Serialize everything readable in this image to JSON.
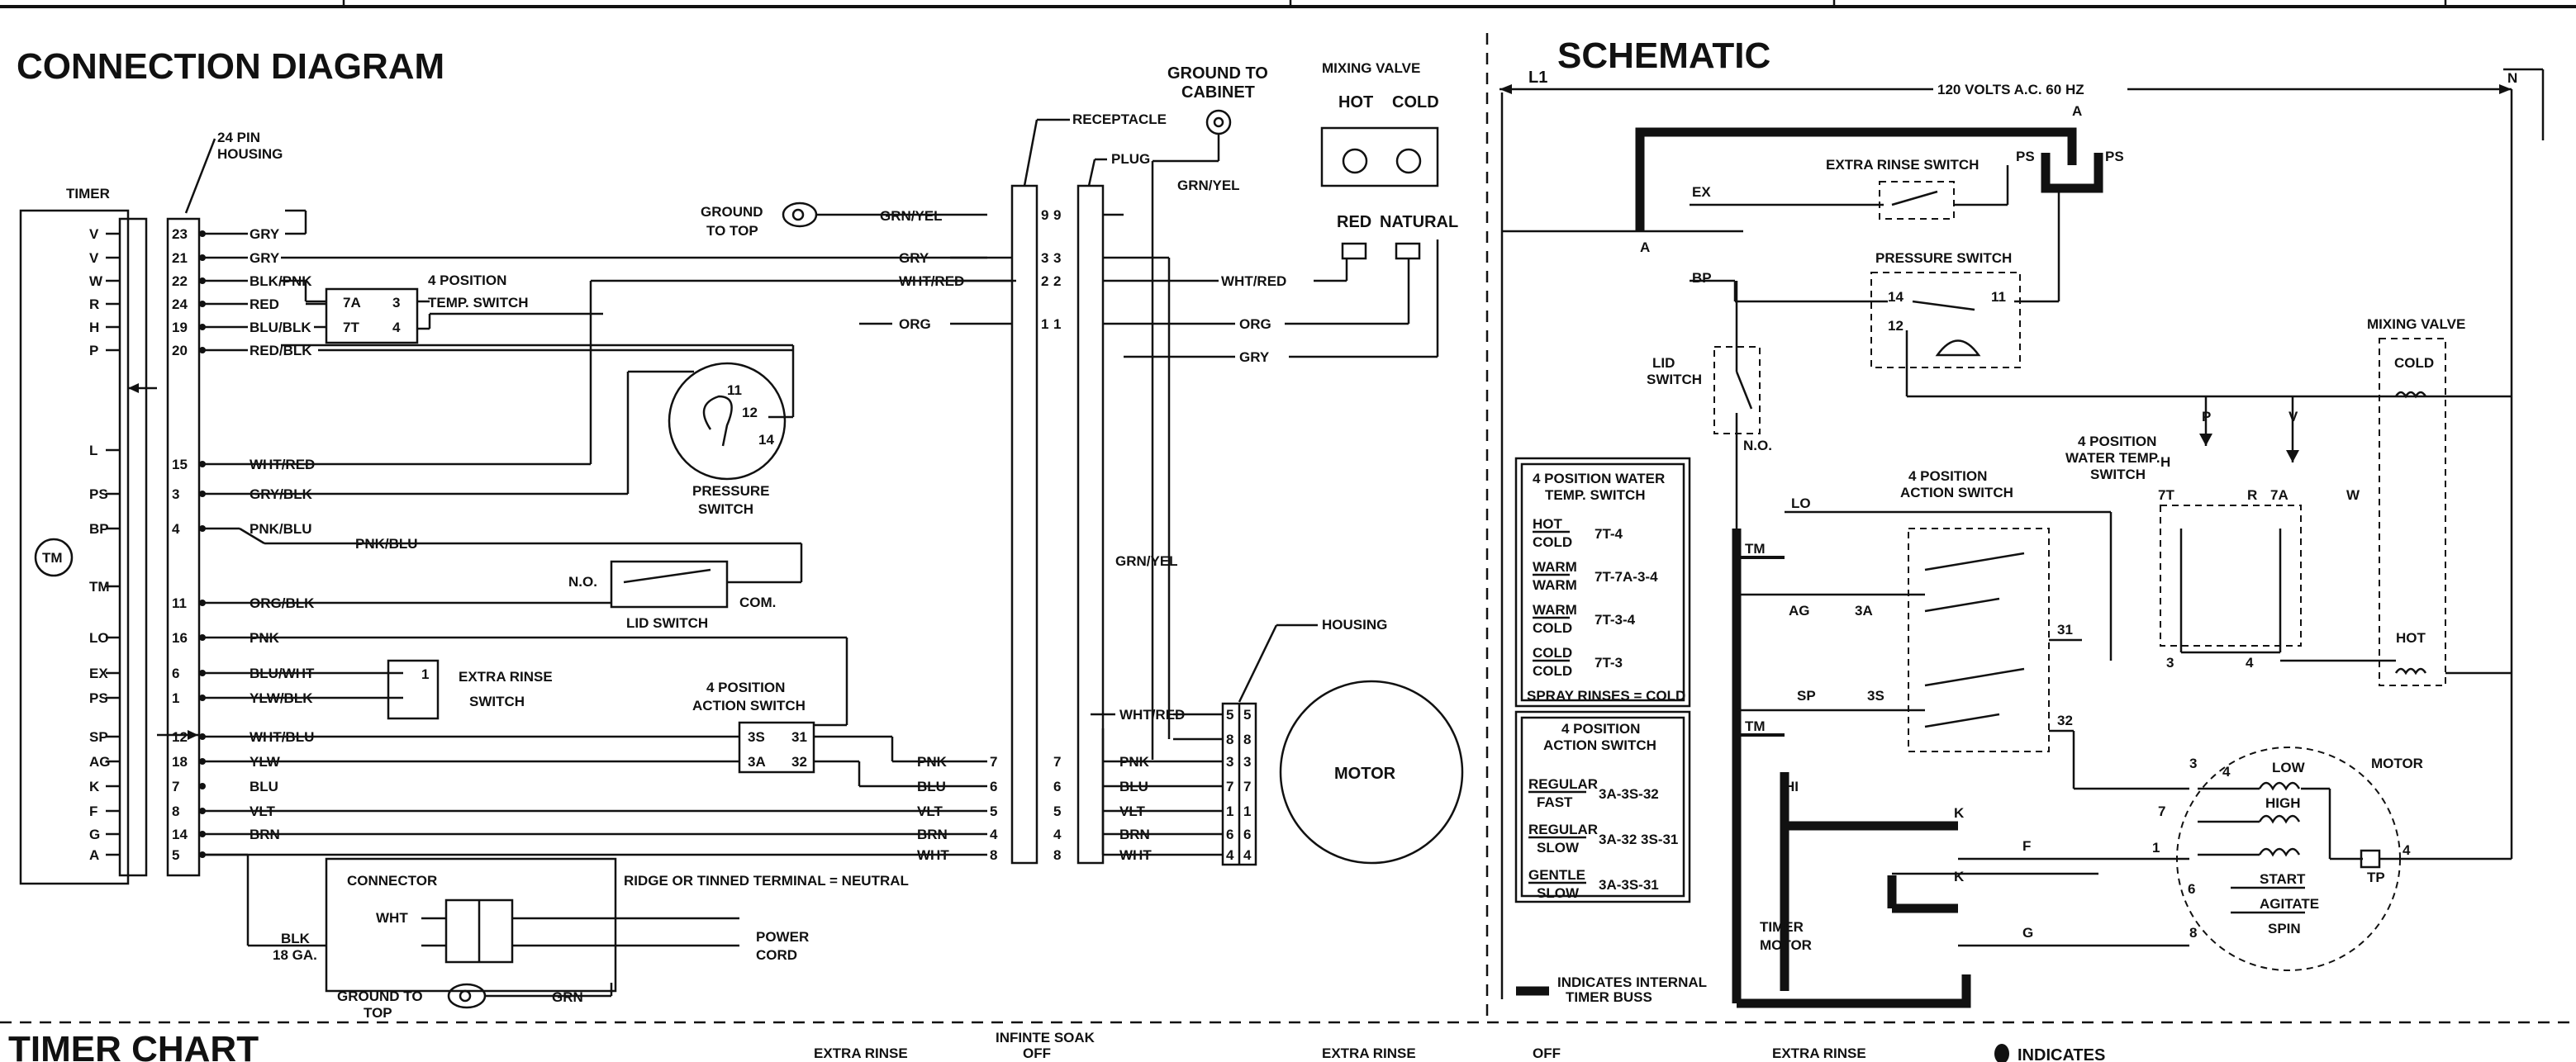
{
  "titles": {
    "connection": "CONNECTION DIAGRAM",
    "schematic": "SCHEMATIC",
    "timer_chart": "TIMER CHART"
  },
  "connection": {
    "timer": "TIMER",
    "housing24": [
      "24 PIN",
      "HOUSING"
    ],
    "timer_letters": [
      "V",
      "V",
      "W",
      "R",
      "H",
      "P",
      "L",
      "PS",
      "BP",
      "TM",
      "LO",
      "EX",
      "PS",
      "SP",
      "AG",
      "K",
      "F",
      "G",
      "A"
    ],
    "tm": "TM",
    "pins_top": [
      {
        "n": "23",
        "c": "GRY"
      },
      {
        "n": "21",
        "c": "GRY"
      },
      {
        "n": "22",
        "c": "BLK/PNK"
      },
      {
        "n": "24",
        "c": "RED"
      },
      {
        "n": "19",
        "c": "BLU/BLK"
      },
      {
        "n": "20",
        "c": "RED/BLK"
      }
    ],
    "pins_bottom": [
      {
        "n": "15",
        "c": "WHT/RED"
      },
      {
        "n": "3",
        "c": "GRY/BLK"
      },
      {
        "n": "4",
        "c": "PNK/BLU"
      },
      {
        "n": "11",
        "c": "ORG/BLK"
      },
      {
        "n": "16",
        "c": "PNK"
      },
      {
        "n": "6",
        "c": "BLU/WHT"
      },
      {
        "n": "1",
        "c": "YLW/BLK"
      },
      {
        "n": "12",
        "c": "WHT/BLU"
      },
      {
        "n": "18",
        "c": "YLW"
      },
      {
        "n": "7",
        "c": "BLU"
      },
      {
        "n": "8",
        "c": "VLT"
      },
      {
        "n": "14",
        "c": "BRN"
      },
      {
        "n": "5",
        "c": ""
      }
    ],
    "temp_switch": [
      "4 POSITION",
      "TEMP. SWITCH"
    ],
    "ts_7a": "7A",
    "ts_7t": "7T",
    "ts_3": "3",
    "ts_4": "4",
    "pressure_switch": [
      "PRESSURE",
      "SWITCH"
    ],
    "ps_11": "11",
    "ps_12": "12",
    "ps_14": "14",
    "pnkblu": "PNK/BLU",
    "no": "N.O.",
    "com": "COM.",
    "lid_switch": "LID SWITCH",
    "extra_rinse": [
      "EXTRA RINSE",
      "SWITCH"
    ],
    "er_1": "1",
    "action_switch": [
      "4 POSITION",
      "ACTION SWITCH"
    ],
    "as_3s": "3S",
    "as_3a": "3A",
    "as_31": "31",
    "as_32": "32",
    "ground_top": [
      "GROUND",
      "TO TOP"
    ],
    "grnyel": "GRN/YEL",
    "recept_wires": [
      "GRY",
      "WHT/RED",
      "ORG"
    ],
    "ground_cabinet": [
      "GROUND TO",
      "CABINET"
    ],
    "receptacle": "RECEPTACLE",
    "plug": "PLUG",
    "recept_pins": [
      "9",
      "3",
      "2",
      "1"
    ],
    "motor_wires": [
      {
        "c": "PNK",
        "n": "7"
      },
      {
        "c": "BLU",
        "n": "6"
      },
      {
        "c": "VLT",
        "n": "5"
      },
      {
        "c": "BRN",
        "n": "4"
      },
      {
        "c": "WHT",
        "n": "8"
      }
    ],
    "plug_right": [
      "WHT/RED",
      "ORG",
      "GRY"
    ],
    "mixing_valve": "MIXING VALVE",
    "hot": "HOT",
    "cold": "COLD",
    "red": "RED",
    "natural": "NATURAL",
    "grnyel2": "GRN/YEL",
    "grnyel3": "GRN/YEL",
    "housing": "HOUSING",
    "motor": "MOTOR",
    "housing_wires": [
      {
        "c": "WHT/RED",
        "a": "5",
        "b": "5"
      },
      {
        "c": "",
        "a": "8",
        "b": "8"
      },
      {
        "c": "PNK",
        "a": "3",
        "b": "3"
      },
      {
        "c": "BLU",
        "a": "7",
        "b": "7"
      },
      {
        "c": "VLT",
        "a": "1",
        "b": "1"
      },
      {
        "c": "BRN",
        "a": "6",
        "b": "6"
      },
      {
        "c": "WHT",
        "a": "4",
        "b": "4"
      }
    ],
    "plug_bottom_pins": [
      "7",
      "6",
      "5",
      "4",
      "8"
    ],
    "connector": "CONNECTOR",
    "wht": "WHT",
    "neutral": "RIDGE OR TINNED TERMINAL = NEUTRAL",
    "blk": [
      "BLK",
      "18 GA."
    ],
    "power_cord": [
      "POWER",
      "CORD"
    ],
    "ground_top2": [
      "GROUND TO",
      "TOP"
    ],
    "grn": "GRN"
  },
  "schematic": {
    "l1": "L1",
    "n": "N",
    "volts": "120 VOLTS A.C. 60 HZ",
    "a": "A",
    "a2": "A",
    "ex": "EX",
    "bp": "BP",
    "extra_rinse": "EXTRA RINSE SWITCH",
    "ps_left": "PS",
    "ps_right": "PS",
    "pressure": "PRESSURE SWITCH",
    "p14": "14",
    "p11": "11",
    "p12": "12",
    "lid": [
      "LID",
      "SWITCH"
    ],
    "no": "N.O.",
    "p": "P",
    "v": "V",
    "h": "H",
    "r": "R",
    "w": "W",
    "t7": "7T",
    "a7": "7A",
    "t3": "3",
    "t4": "4",
    "water_temp": [
      "4 POSITION",
      "WATER TEMP.",
      "SWITCH"
    ],
    "mixing": "MIXING VALVE",
    "cold": "COLD",
    "hot": "HOT",
    "lo": "LO",
    "action": [
      "4 POSITION",
      "ACTION SWITCH"
    ],
    "ag": "AG",
    "a3": "3A",
    "sp": "SP",
    "s3": "3S",
    "n31": "31",
    "n32": "32",
    "tm1": "TM",
    "tm2": "TM",
    "hi": "HI",
    "k": "K",
    "f": "F",
    "k2": "K",
    "g": "G",
    "timer_motor": [
      "TIMER",
      "MOTOR"
    ],
    "motor": "MOTOR",
    "m3": "3",
    "m4": "4",
    "m7": "7",
    "m1": "1",
    "m6": "6",
    "m8": "8",
    "m4b": "4",
    "low": "LOW",
    "high": "HIGH",
    "start": "START",
    "agitate": "AGITATE",
    "spin": "SPIN",
    "tp": "TP",
    "legend_buss": [
      "INDICATES INTERNAL",
      "TIMER BUSS"
    ],
    "wt_table": {
      "title": [
        "4 POSITION WATER",
        "TEMP. SWITCH"
      ],
      "rows": [
        {
          "a": "HOT",
          "b": "COLD",
          "v": "7T-4"
        },
        {
          "a": "WARM",
          "b": "WARM",
          "v": "7T-7A-3-4"
        },
        {
          "a": "WARM",
          "b": "COLD",
          "v": "7T-3-4"
        },
        {
          "a": "COLD",
          "b": "COLD",
          "v": "7T-3"
        }
      ],
      "foot": "SPRAY RINSES = COLD"
    },
    "as_table": {
      "title": [
        "4 POSITION",
        "ACTION SWITCH"
      ],
      "rows": [
        {
          "a": "REGULAR",
          "b": "FAST",
          "v": "3A-3S-32"
        },
        {
          "a": "REGULAR",
          "b": "SLOW",
          "v": "3A-32 3S-31"
        },
        {
          "a": "GENTLE",
          "b": "SLOW",
          "v": "3A-3S-31"
        }
      ]
    }
  },
  "timer_chart": {
    "labels": [
      "EXTRA RINSE",
      "INFINTE SOAK",
      "OFF",
      "EXTRA RINSE",
      "OFF",
      "EXTRA RINSE"
    ],
    "indicates": "INDICATES"
  }
}
